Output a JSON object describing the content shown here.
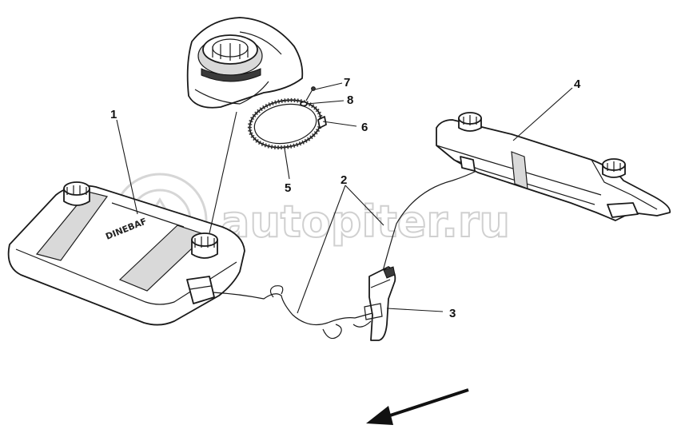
{
  "watermark": {
    "text": "autopiter.ru"
  },
  "tank_logo": {
    "text": "DINEBAF"
  },
  "callouts": {
    "c1": "1",
    "c2": "2",
    "c3": "3",
    "c4": "4",
    "c5": "5",
    "c6": "6",
    "c7": "7",
    "c8": "8"
  }
}
